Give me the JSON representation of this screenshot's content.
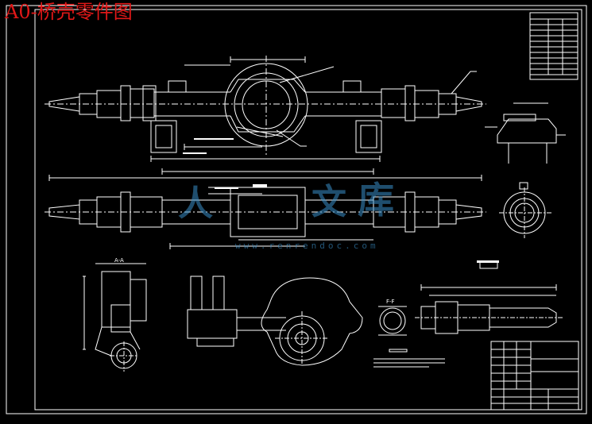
{
  "title": "A0-桥壳零件图",
  "watermark": {
    "glyph_a": "人",
    "glyph_b": "文",
    "glyph_c": "库",
    "url": "www.renrendoc.com"
  },
  "section_labels": {
    "section_aa": "A-A",
    "section_ff": "F-F"
  },
  "colors": {
    "background": "#000000",
    "linework": "#ffffff",
    "title": "#e01818",
    "dimension": "#e8e8e8",
    "watermark": "#3a8fc8"
  }
}
